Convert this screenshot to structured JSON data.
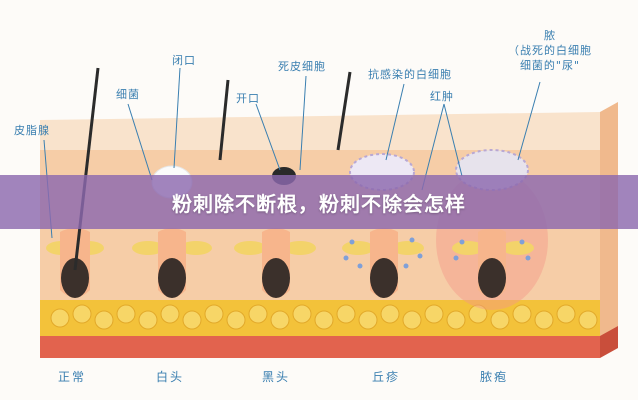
{
  "banner": {
    "title": "粉刺除不断根，粉刺不除会怎样"
  },
  "diagram": {
    "top_labels": {
      "sebaceous_gland": "皮脂腺",
      "bacteria": "细菌",
      "closed": "闭口",
      "open": "开口",
      "dead_skin_cells": "死皮细胞",
      "infected_white_cells": "抗感染的白细胞",
      "redness": "红肿",
      "pus_line1": "脓",
      "pus_line2": "（战死的白细胞",
      "pus_line3": "细菌的\"尿\""
    },
    "bottom_labels": [
      "正常",
      "白头",
      "黑头",
      "丘疹",
      "脓疱"
    ]
  },
  "colors": {
    "banner": "#8c69af",
    "label": "#3a7fb0",
    "skin_top": "#f7d6b8",
    "skin_body": "#f4c9a3",
    "fat": "#f3c23a",
    "base": "#e2634e",
    "hair": "#2b2b2b"
  }
}
